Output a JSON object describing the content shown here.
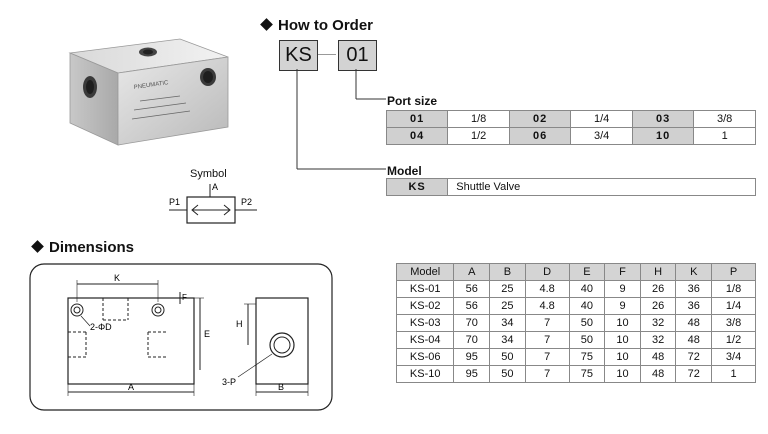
{
  "how_to_order": {
    "title": "How to Order",
    "code_prefix": "KS",
    "code_size": "01"
  },
  "port_size": {
    "title": "Port size",
    "rows": [
      [
        {
          "code": "01",
          "size": "1/8"
        },
        {
          "code": "02",
          "size": "1/4"
        },
        {
          "code": "03",
          "size": "3/8"
        }
      ],
      [
        {
          "code": "04",
          "size": "1/2"
        },
        {
          "code": "06",
          "size": "3/4"
        },
        {
          "code": "10",
          "size": "1"
        }
      ]
    ]
  },
  "model_section": {
    "title": "Model",
    "code": "KS",
    "description": "Shuttle  Valve"
  },
  "symbol": {
    "title": "Symbol",
    "port_a": "A",
    "port_p1": "P1",
    "port_p2": "P2"
  },
  "product_label": "PNEUMATIC",
  "dimensions": {
    "title": "Dimensions",
    "drawing_labels": {
      "k": "K",
      "a": "A",
      "f": "F",
      "e": "E",
      "d": "2-ΦD",
      "h": "H",
      "p": "3-P",
      "b": "B"
    },
    "table": {
      "headers": [
        "Model",
        "A",
        "B",
        "D",
        "E",
        "F",
        "H",
        "K",
        "P"
      ],
      "rows": [
        [
          "KS-01",
          "56",
          "25",
          "4.8",
          "40",
          "9",
          "26",
          "36",
          "1/8"
        ],
        [
          "KS-02",
          "56",
          "25",
          "4.8",
          "40",
          "9",
          "26",
          "36",
          "1/4"
        ],
        [
          "KS-03",
          "70",
          "34",
          "7",
          "50",
          "10",
          "32",
          "48",
          "3/8"
        ],
        [
          "KS-04",
          "70",
          "34",
          "7",
          "50",
          "10",
          "32",
          "48",
          "1/2"
        ],
        [
          "KS-06",
          "95",
          "50",
          "7",
          "75",
          "10",
          "48",
          "72",
          "3/4"
        ],
        [
          "KS-10",
          "95",
          "50",
          "7",
          "75",
          "10",
          "48",
          "72",
          "1"
        ]
      ]
    }
  }
}
